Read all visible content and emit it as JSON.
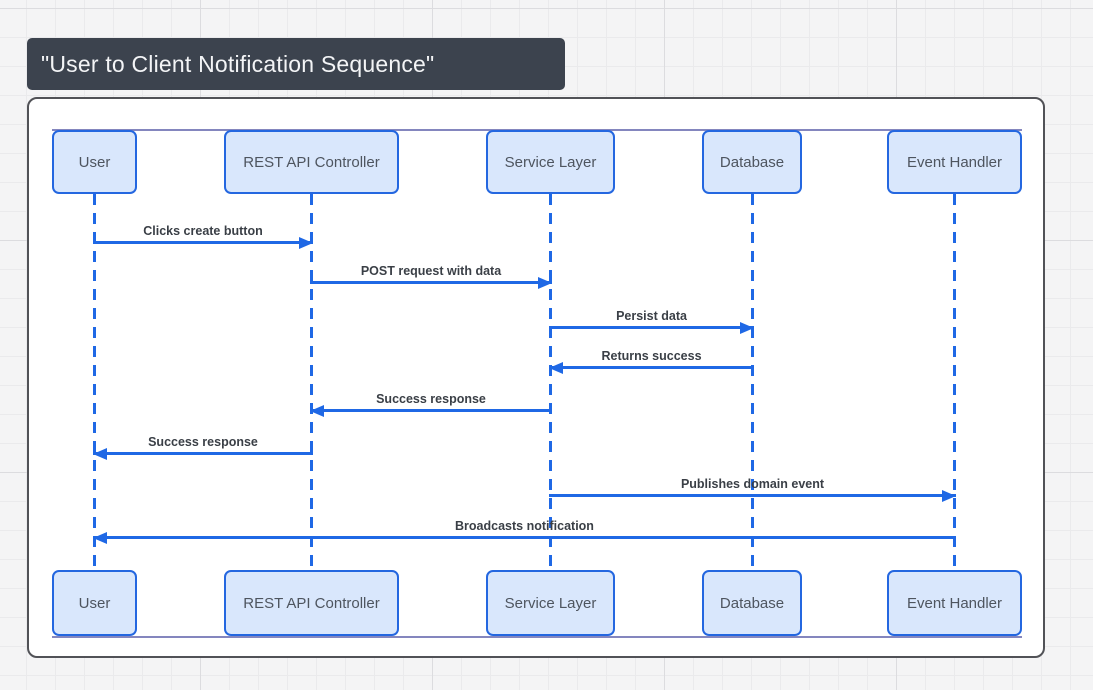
{
  "canvas": {
    "title": "\"User to Client Notification Sequence\""
  },
  "diagram": {
    "type": "sequence",
    "actors": [
      {
        "label": "User"
      },
      {
        "label": "REST API Controller"
      },
      {
        "label": "Service Layer"
      },
      {
        "label": "Database"
      },
      {
        "label": "Event Handler"
      }
    ],
    "messages": [
      {
        "from": "User",
        "to": "REST API Controller",
        "label": "Clicks create button",
        "direction": "right"
      },
      {
        "from": "REST API Controller",
        "to": "Service Layer",
        "label": "POST request with data",
        "direction": "right"
      },
      {
        "from": "Service Layer",
        "to": "Database",
        "label": "Persist data",
        "direction": "right"
      },
      {
        "from": "Database",
        "to": "Service Layer",
        "label": "Returns success",
        "direction": "left"
      },
      {
        "from": "Service Layer",
        "to": "REST API Controller",
        "label": "Success response",
        "direction": "left"
      },
      {
        "from": "REST API Controller",
        "to": "User",
        "label": "Success response",
        "direction": "left"
      },
      {
        "from": "Service Layer",
        "to": "Event Handler",
        "label": "Publishes domain event",
        "direction": "right"
      },
      {
        "from": "Event Handler",
        "to": "User",
        "label": "Broadcasts notification",
        "direction": "left"
      }
    ],
    "colors": {
      "actor_fill": "#d9e7fc",
      "actor_border": "#2467e0",
      "arrow": "#1f68e5",
      "lifeline": "#1f68e5",
      "title_bg": "#3c434e",
      "title_text": "#f3f4f6",
      "message_label_text": "#3a3f46",
      "frame_border": "#515257",
      "frame_fill": "#ffffff",
      "selection_bounds": "#5b5ea8",
      "canvas_bg": "#f4f4f5"
    }
  }
}
